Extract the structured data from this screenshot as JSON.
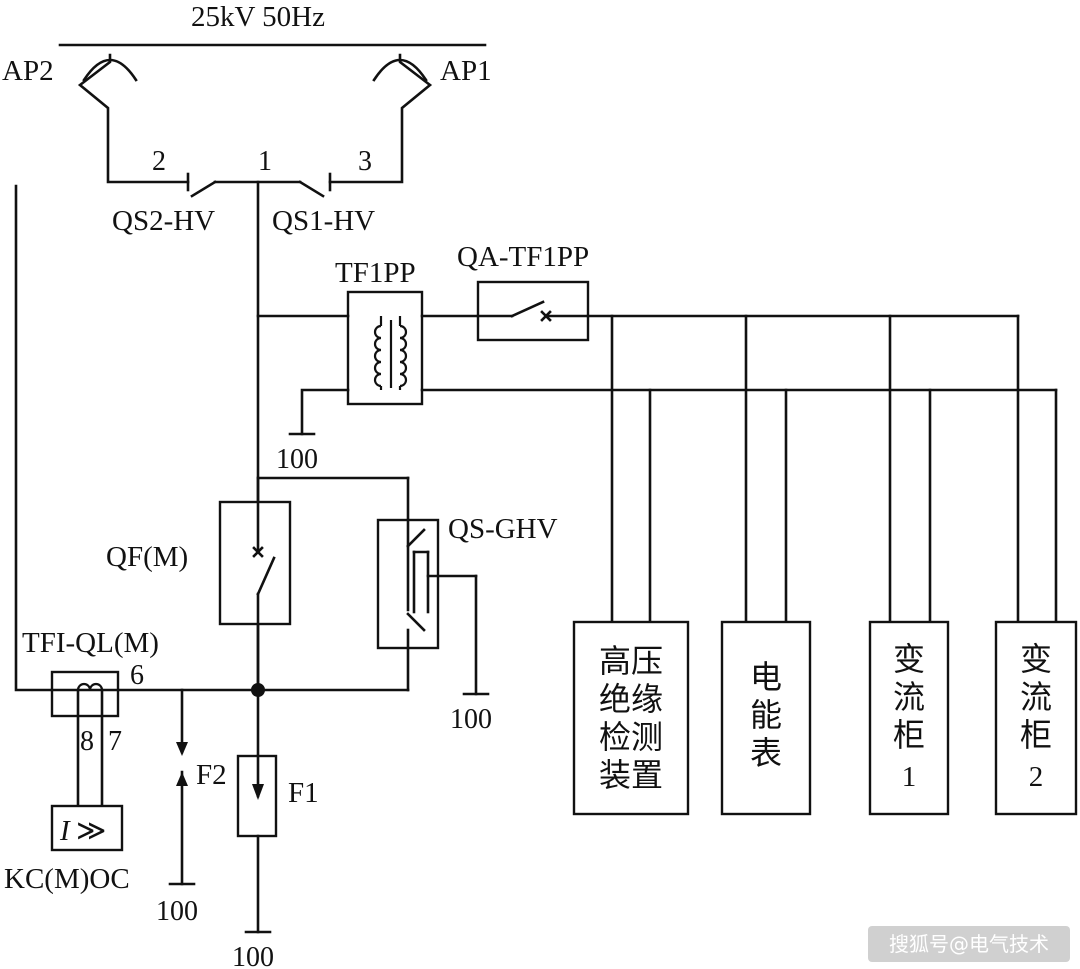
{
  "supply": {
    "label": "25kV 50Hz"
  },
  "arresters": {
    "left": "AP2",
    "right": "AP1"
  },
  "terminals": {
    "t1": "1",
    "t2": "2",
    "t3": "3",
    "t6": "6",
    "t7": "7",
    "t8": "8"
  },
  "switches": {
    "qs2": "QS2-HV",
    "qs1": "QS1-HV",
    "qa": "QA-TF1PP",
    "qf": "QF(M)",
    "qsg": "QS-GHV"
  },
  "transformers": {
    "tf1pp": "TF1PP",
    "tfiql": "TFI-QL(M)"
  },
  "relay": {
    "symbol_i": "I",
    "symbol_op": "≫",
    "label": "KC(M)OC"
  },
  "fuses": {
    "f1": "F1",
    "f2": "F2"
  },
  "grounds": {
    "g1": "100",
    "g2": "100",
    "g3": "100",
    "g4": "100"
  },
  "loads": [
    {
      "lines": [
        "高压",
        "绝缘",
        "检测",
        "装置"
      ]
    },
    {
      "lines": [
        "电",
        "能",
        "表"
      ]
    },
    {
      "lines": [
        "变",
        "流",
        "柜",
        "1"
      ]
    },
    {
      "lines": [
        "变",
        "流",
        "柜",
        "2"
      ]
    }
  ],
  "watermark": "搜狐号@电气技术"
}
